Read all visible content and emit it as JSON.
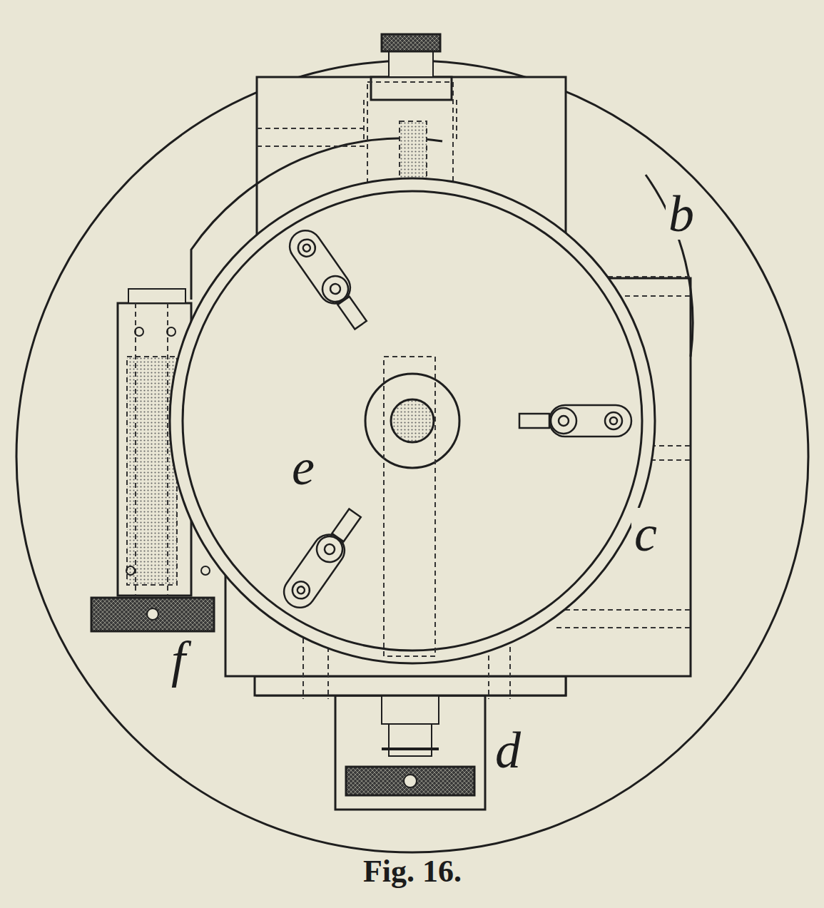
{
  "diagram": {
    "caption": "Fig. 16.",
    "labels": [
      "b",
      "c",
      "d",
      "e",
      "f"
    ]
  }
}
